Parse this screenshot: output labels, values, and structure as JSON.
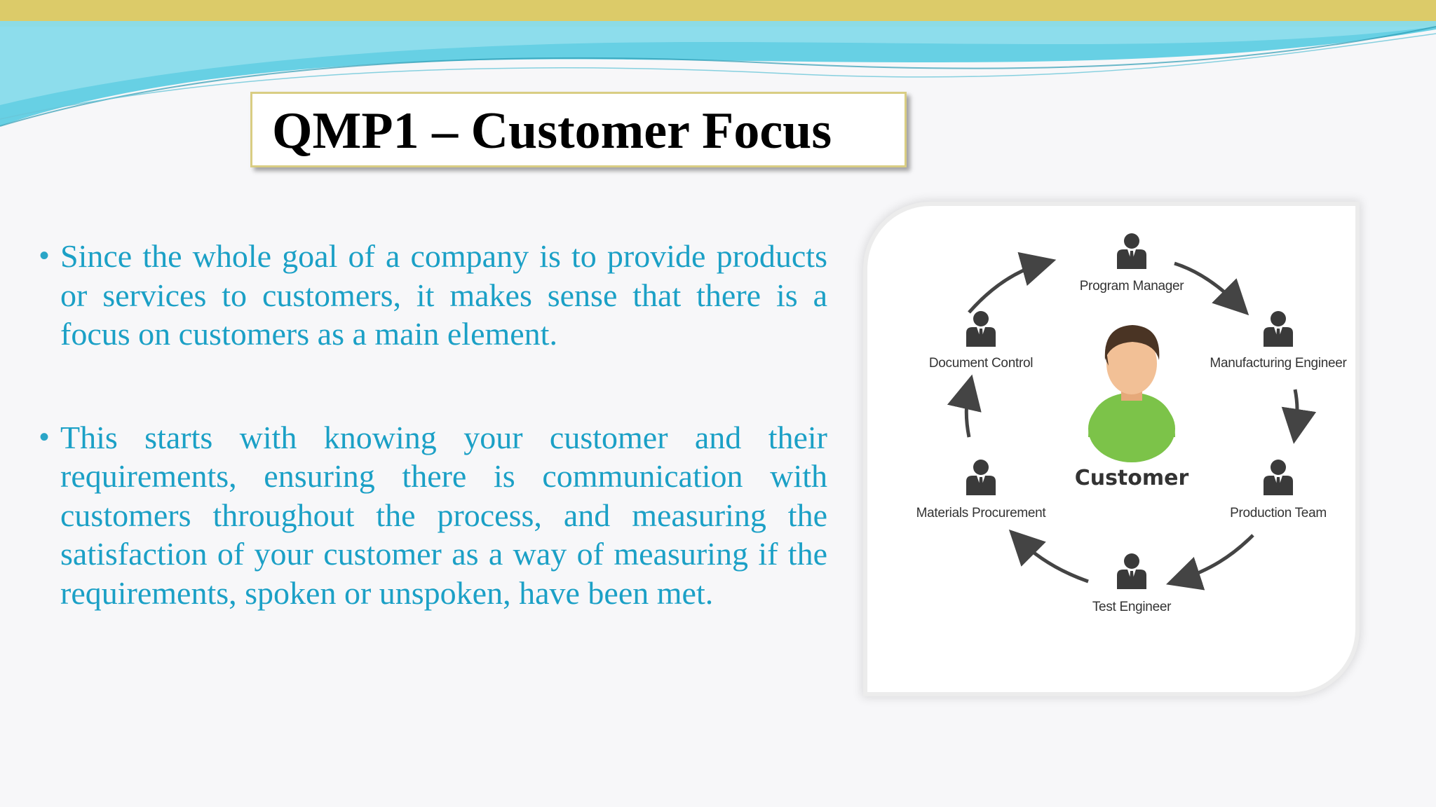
{
  "slide": {
    "title": "QMP1 – Customer Focus",
    "bullets": [
      "Since the whole goal of a company is to provide products or services to customers, it makes sense that there is a focus on customers as a main element.",
      "This starts with knowing your customer and their requirements, ensuring there is communication with customers throughout the process, and measuring the satisfaction of your customer as a way of measuring if the requirements, spoken or unspoken, have been met."
    ]
  },
  "diagram": {
    "center_label": "Customer",
    "roles": {
      "program_manager": "Program Manager",
      "manufacturing_engineer": "Manufacturing Engineer",
      "production_team": "Production Team",
      "test_engineer": "Test Engineer",
      "materials_procurement": "Materials Procurement",
      "document_control": "Document Control"
    }
  },
  "colors": {
    "top_band": "#dccb69",
    "wave": "#4ec9e1",
    "bullet_text": "#1ba0c6",
    "title_border": "#d9cd83",
    "customer_shirt": "#7cc349",
    "person_icon": "#3a3a3a"
  }
}
